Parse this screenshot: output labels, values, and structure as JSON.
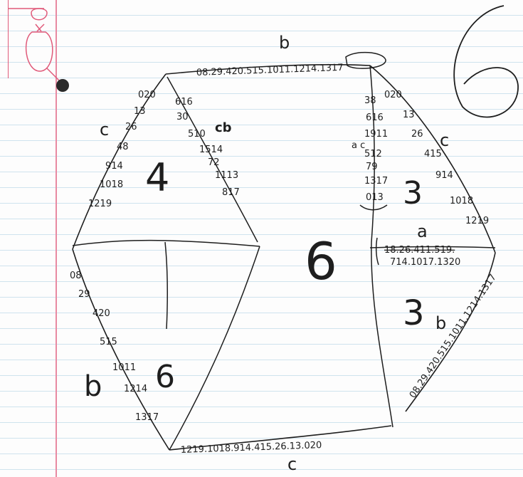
{
  "colors": {
    "ink": "#1e1e1e",
    "margin": "#e88aa2",
    "rule": "#cfe3ee"
  },
  "edge_labels": {
    "top_b": "b",
    "left_upper_c": "c",
    "right_upper_c": "c",
    "right_lower_b": "b",
    "left_lower_b": "b",
    "bottom_c": "c",
    "inner_ac": "a c",
    "inner_cb": "cb",
    "right_a": "a"
  },
  "top_edge": "08.29.420.515.1011.1214.1317",
  "right_lower_edge": "08.29.420.515.1011.1214.1317",
  "bottom_edge": "1219.1018.914.415.26.13.020",
  "left_upper_numbers": [
    "020",
    "13",
    "26",
    "48",
    "914",
    "1018",
    "1219"
  ],
  "right_upper_numbers": [
    "020",
    "13",
    "26",
    "415",
    "914",
    "1018",
    "1219"
  ],
  "inner_left_numbers": [
    "616",
    "30",
    "510",
    "1514",
    "72",
    "1113",
    "817"
  ],
  "inner_right_numbers": [
    "38",
    "616",
    "1911",
    "512",
    "79",
    "1317",
    "013"
  ],
  "left_lower_numbers": [
    "08",
    "29",
    "420",
    "515",
    "1011",
    "1214",
    "1317"
  ],
  "right_table": {
    "row1": "18.26.411.519.",
    "row2": "714.1017.1320"
  },
  "region_numbers": {
    "top_left": "4",
    "center": "6",
    "right_upper": "3",
    "right_lower": "3",
    "bottom_left": "6",
    "corner": "6"
  }
}
